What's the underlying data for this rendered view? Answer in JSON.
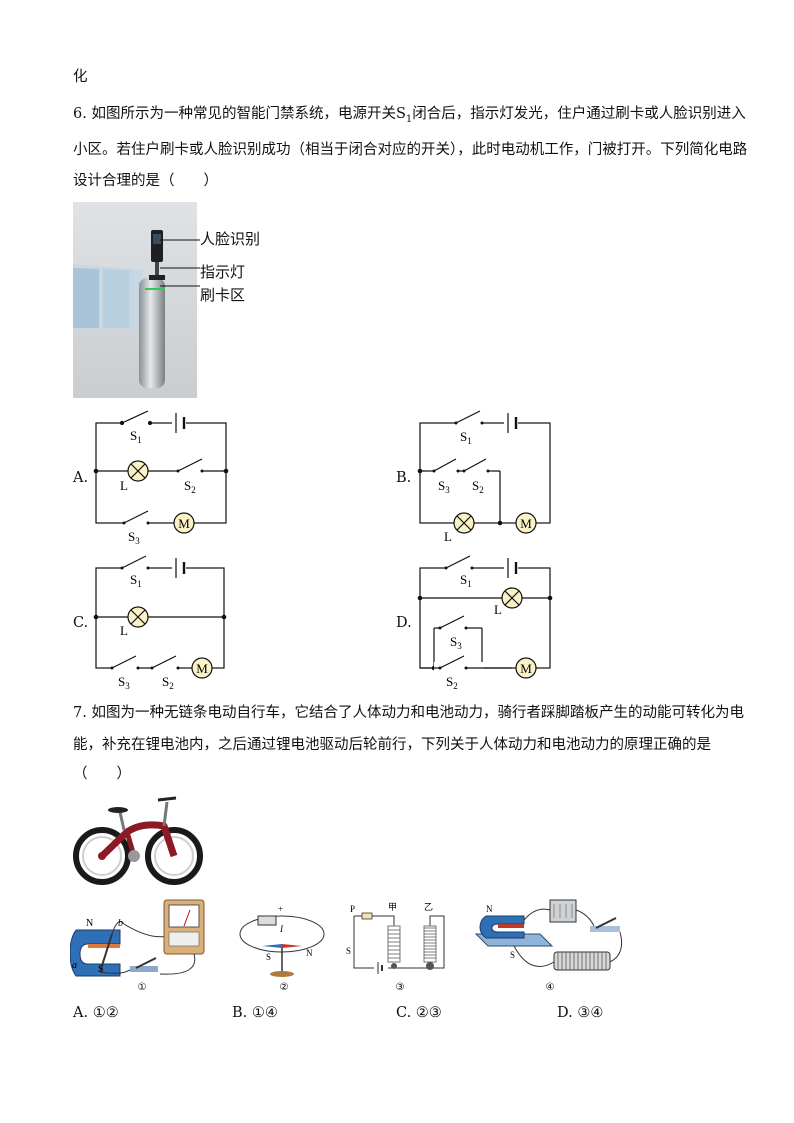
{
  "top_fragment": "化",
  "q6": {
    "line1": "6. 如图所示为一种常见的智能门禁系统，电源开关S",
    "line1_sub": "1",
    "line1_tail": "闭合后，指示灯发光，住户通过刷卡或人脸识别进入",
    "line2": "小区。若住户刷卡或人脸识别成功（相当于闭合对应的开关），此时电动机工作，门被打开。下列简化电路",
    "line3": "设计合理的是（　　）",
    "photo_labels": [
      "人脸识别",
      "指示灯",
      "刷卡区"
    ],
    "options": [
      "A.",
      "B.",
      "C.",
      "D."
    ],
    "circuit_labels": {
      "S": "S",
      "sub1": "1",
      "sub2": "2",
      "sub3": "3",
      "L": "L",
      "M": "M"
    }
  },
  "q7": {
    "line1": "7. 如图为一种无链条电动自行车，它结合了人体动力和电池动力，骑行者踩脚踏板产生的动能可转化为电",
    "line2": "能，补充在锂电池内，之后通过锂电池驱动后轮前行，下列关于人体动力和电池动力的原理正确的是",
    "line3": "（　　）",
    "figure_numbers": [
      "①",
      "②",
      "③",
      "④"
    ],
    "figure_labels": {
      "N": "N",
      "S": "S",
      "a": "a",
      "b": "b",
      "I": "I",
      "P": "P",
      "jia": "甲",
      "yi": "乙",
      "plus": "+"
    },
    "options": [
      "A. ①②",
      "B. ①④",
      "C. ②③",
      "D. ③④"
    ]
  }
}
